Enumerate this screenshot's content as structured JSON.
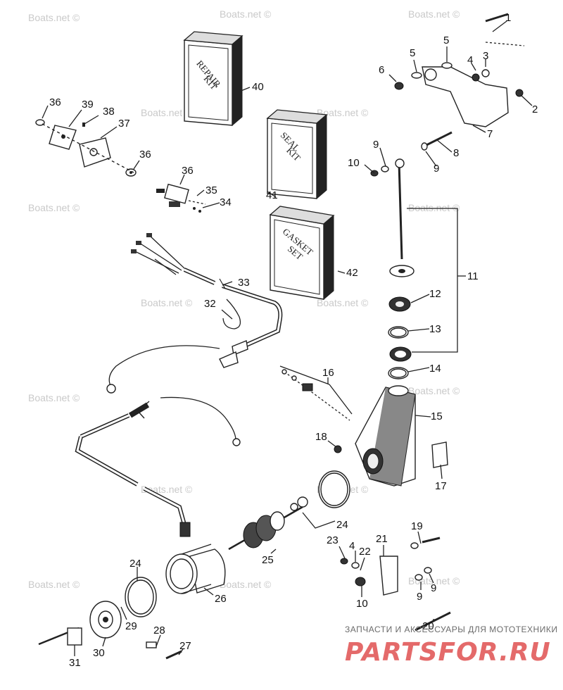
{
  "watermarks": [
    "Boats.net ©",
    "Boats.net ©",
    "Boats.net ©",
    "Boats.net ©",
    "Boats.net ©",
    "Boats.net ©",
    "Boats.net ©",
    "Boats.net ©",
    "Boats.net ©",
    "Boats.net ©",
    "Boats.net ©",
    "Boats.net ©",
    "Boats.net ©",
    "Boats.net ©",
    "Boats.net ©",
    "Boats.net ©"
  ],
  "kits": {
    "repair": [
      "REPAIR",
      "KIT"
    ],
    "seal": [
      "SEAL",
      "KIT"
    ],
    "gasket": [
      "GASKET",
      "SET"
    ]
  },
  "callouts": [
    "1",
    "2",
    "3",
    "4",
    "5",
    "5",
    "6",
    "7",
    "8",
    "9",
    "9",
    "10",
    "11",
    "12",
    "13",
    "14",
    "15",
    "16",
    "17",
    "18",
    "19",
    "20",
    "21",
    "22",
    "23",
    "4",
    "24",
    "24",
    "25",
    "26",
    "27",
    "28",
    "29",
    "30",
    "31",
    "32",
    "33",
    "34",
    "35",
    "36",
    "36",
    "36",
    "37",
    "38",
    "39",
    "40",
    "41",
    "42",
    "9",
    "9",
    "10"
  ],
  "brand": {
    "tagline": "ЗАПЧАСТИ И АКСЕССУАРЫ ДЛЯ МОТОТЕХНИКИ",
    "name": "PARTSFOR.RU"
  }
}
